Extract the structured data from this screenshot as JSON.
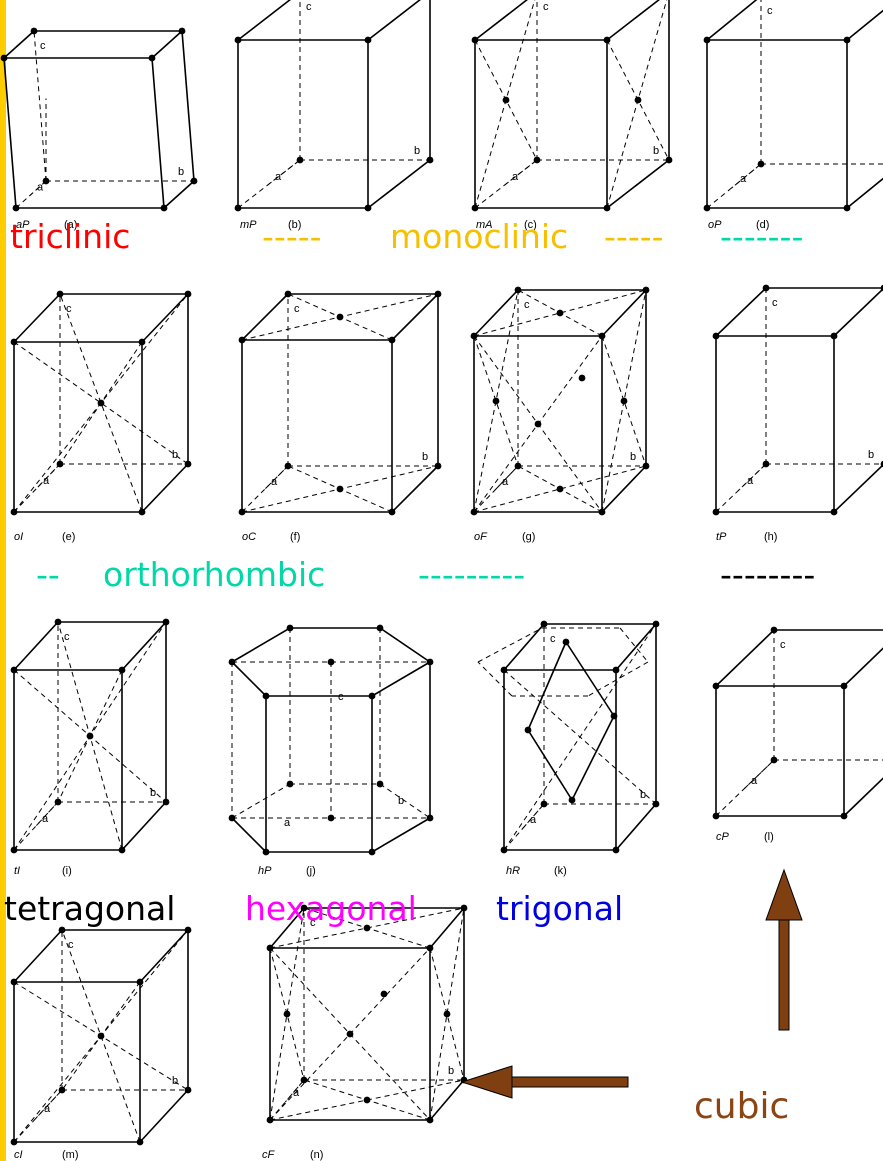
{
  "colors": {
    "triclinic": "#ff0000",
    "monoclinic": "#f5c000",
    "orthorhombic": "#00d8a8",
    "tetragonal": "#000000",
    "hexagonal": "#ff00ff",
    "trigonal": "#0000e0",
    "cubic": "#8b4513",
    "arrow": "#7f3f10",
    "sidebar": "#ffcc00"
  },
  "row1": {
    "triclinic": "triclinic",
    "monoclinic_dash_left": "-----",
    "monoclinic": "monoclinic",
    "monoclinic_dash_right": "-----",
    "ortho_dash_continue": "-------"
  },
  "row2": {
    "ortho_dash_left": "--",
    "orthorhombic": "orthorhombic",
    "ortho_dash_right": "---------",
    "black_dash": "--------"
  },
  "row3": {
    "tetragonal": "tetragonal",
    "hexagonal": "hexagonal",
    "trigonal": "trigonal"
  },
  "cubic_label": "cubic",
  "cells": [
    {
      "symbol": "aP",
      "caption": "(a)"
    },
    {
      "symbol": "mP",
      "caption": "(b)"
    },
    {
      "symbol": "mA",
      "caption": "(c)"
    },
    {
      "symbol": "oP",
      "caption": "(d)"
    },
    {
      "symbol": "oI",
      "caption": "(e)"
    },
    {
      "symbol": "oC",
      "caption": "(f)"
    },
    {
      "symbol": "oF",
      "caption": "(g)"
    },
    {
      "symbol": "tP",
      "caption": "(h)"
    },
    {
      "symbol": "tI",
      "caption": "(i)"
    },
    {
      "symbol": "hP",
      "caption": "(j)"
    },
    {
      "symbol": "hR",
      "caption": "(k)"
    },
    {
      "symbol": "cP",
      "caption": "(l)"
    },
    {
      "symbol": "cI",
      "caption": "(m)"
    },
    {
      "symbol": "cF",
      "caption": "(n)"
    }
  ],
  "axis": {
    "a": "a",
    "b": "b",
    "c": "c"
  }
}
